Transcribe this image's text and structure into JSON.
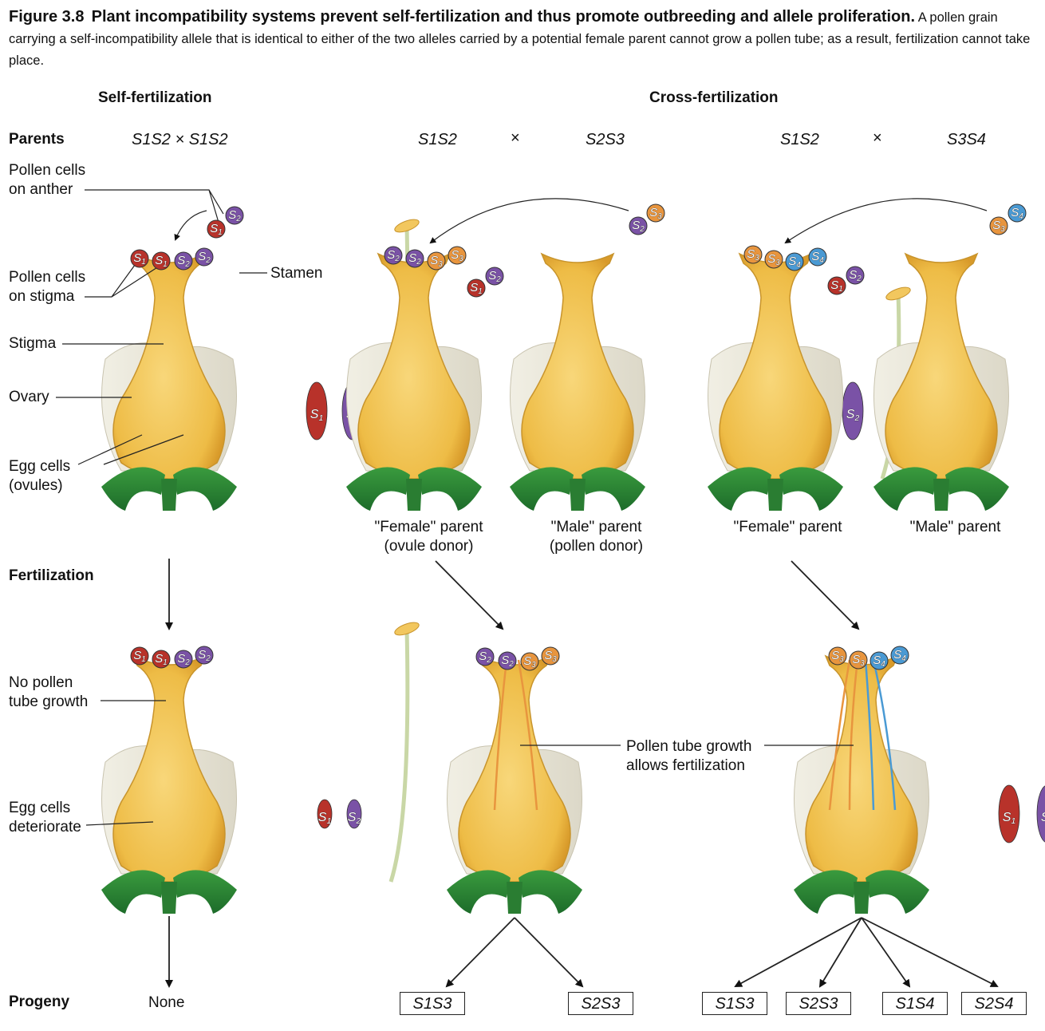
{
  "caption": {
    "figure_label": "Figure 3.8",
    "bold_text": "Plant incompatibility systems prevent self-fertilization and thus promote outbreeding and allele proliferation.",
    "body_text": "A pollen grain carrying a self-incompatibility allele that is identical to either of the two alleles carried by a potential female parent cannot grow a pollen tube; as a result, fertilization cannot take place."
  },
  "headers": {
    "self": "Self-fertilization",
    "cross": "Cross-fertilization"
  },
  "row_labels": {
    "parents": "Parents",
    "fertilization": "Fertilization",
    "progeny": "Progeny"
  },
  "parents": {
    "self": "S1S2 × S1S2",
    "cross1_female": "S1S2",
    "cross1_male": "S2S3",
    "cross2_female": "S1S2",
    "cross2_male": "S3S4",
    "cross_symbol": "×"
  },
  "annotations": {
    "pollen_anther": "Pollen cells on anther",
    "pollen_stigma": "Pollen cells on stigma",
    "stigma": "Stigma",
    "ovary": "Ovary",
    "egg_cells": "Egg cells (ovules)",
    "stamen": "Stamen",
    "no_tube": "No pollen tube growth",
    "deteriorate": "Egg cells deteriorate",
    "tube_growth": "Pollen tube growth allows fertilization"
  },
  "roles": {
    "female1": "\"Female\" parent (ovule donor)",
    "male1": "\"Male\" parent (pollen donor)",
    "female2": "\"Female\" parent",
    "male2": "\"Male\" parent"
  },
  "progeny": {
    "self": "None",
    "cross1": [
      "S1S3",
      "S2S3"
    ],
    "cross2": [
      "S1S3",
      "S2S3",
      "S1S4",
      "S2S4"
    ]
  },
  "allele_colors": {
    "S1": "#b8322a",
    "S2": "#7a52a6",
    "S3": "#e8953e",
    "S4": "#4a9ad4"
  }
}
